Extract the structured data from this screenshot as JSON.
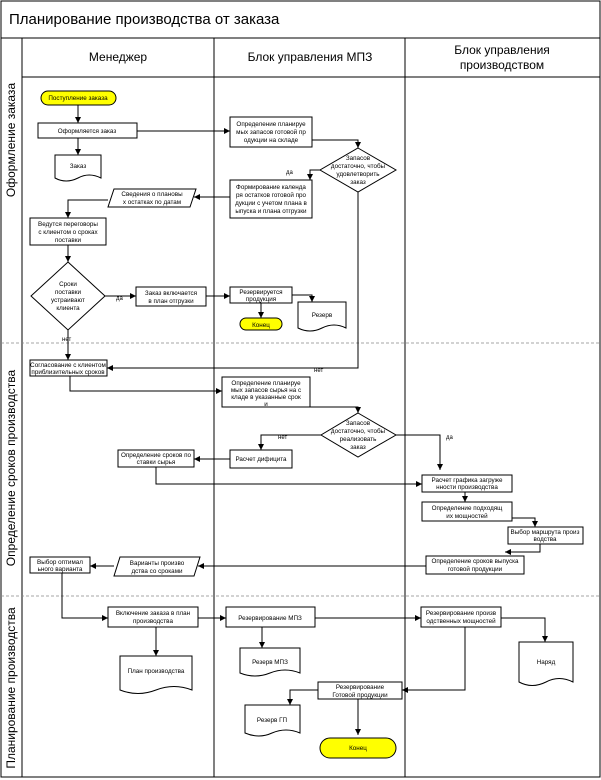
{
  "title": "Планирование производства от заказа",
  "lanes": {
    "manager": "Менеджер",
    "mpz": "Блок управления МПЗ",
    "production": [
      "Блок управления",
      "производством"
    ]
  },
  "phases": {
    "order": "Оформление заказа",
    "dates": "Определение сроков производства",
    "planning": "Планирование производства"
  },
  "nodes": {
    "start": "Поступление заказа",
    "order_form": "Оформляется заказ",
    "order_doc": "Заказ",
    "stock_plan": [
      "Определение планируе",
      "мых запасов готовой пр",
      "одукции на складе"
    ],
    "stock_enough": [
      "Запасов",
      "достаточно, чтобы",
      "удовлетворить",
      "заказ"
    ],
    "calendar": [
      "Формирование календа",
      "ря остатков готовой про",
      "дукции с учетом плана в",
      "ыпуска и плана отгрузки"
    ],
    "stock_info": [
      "Сведения о плановы",
      "х остатках по датам"
    ],
    "negotiation": [
      "Ведутся переговоры",
      "с клиентом о сроках",
      "поставки"
    ],
    "terms_ok": [
      "Сроки",
      "поставки",
      "устраивают",
      "клиента"
    ],
    "shipment_plan": [
      "Заказ включается",
      "в план отгрузки"
    ],
    "reserve_product": [
      "Резервируется",
      "продукция"
    ],
    "end1": "Конец",
    "reserve_doc": "Резерв",
    "approve_dates": [
      "Согласование с клиентом",
      "приблизительных сроков"
    ],
    "raw_plan": [
      "Определение планируе",
      "мых запасов сырья на с",
      "кладе в указанные срок",
      "и"
    ],
    "stock_enough2": [
      "Запасов",
      "достаточно, чтобы",
      "реализовать",
      "заказ"
    ],
    "deficit": "Расчет дифицита",
    "raw_terms": [
      "Определение сроков по",
      "ставки сырья"
    ],
    "load_schedule": [
      "Расчет графика загруже",
      "нности производства"
    ],
    "capacity": [
      "Определение подходящ",
      "их мощностей"
    ],
    "route": [
      "Выбор маршрута произ",
      "водства"
    ],
    "release_terms": [
      "Определение сроков выпуска",
      "готовой продукции"
    ],
    "variants": [
      "Варианты произво",
      "дства со сроками"
    ],
    "best_variant": [
      "Выбор оптимал",
      "ьного варианта"
    ],
    "include_plan": [
      "Включение заказа в план",
      "производства"
    ],
    "prod_plan": "План производства",
    "reserve_mpz": "Резервирование МПЗ",
    "reserve_mpz_doc": "Резерв МПЗ",
    "reserve_capacity": [
      "Резервирование произв",
      "одственных мощностей"
    ],
    "order_doc2": "Наряд",
    "reserve_gp": [
      "Резервирование",
      "Готовой продукции"
    ],
    "reserve_gp_doc": "Резерв ГП",
    "end2": "Конец"
  },
  "edge_labels": {
    "yes": "да",
    "no": "нет"
  }
}
